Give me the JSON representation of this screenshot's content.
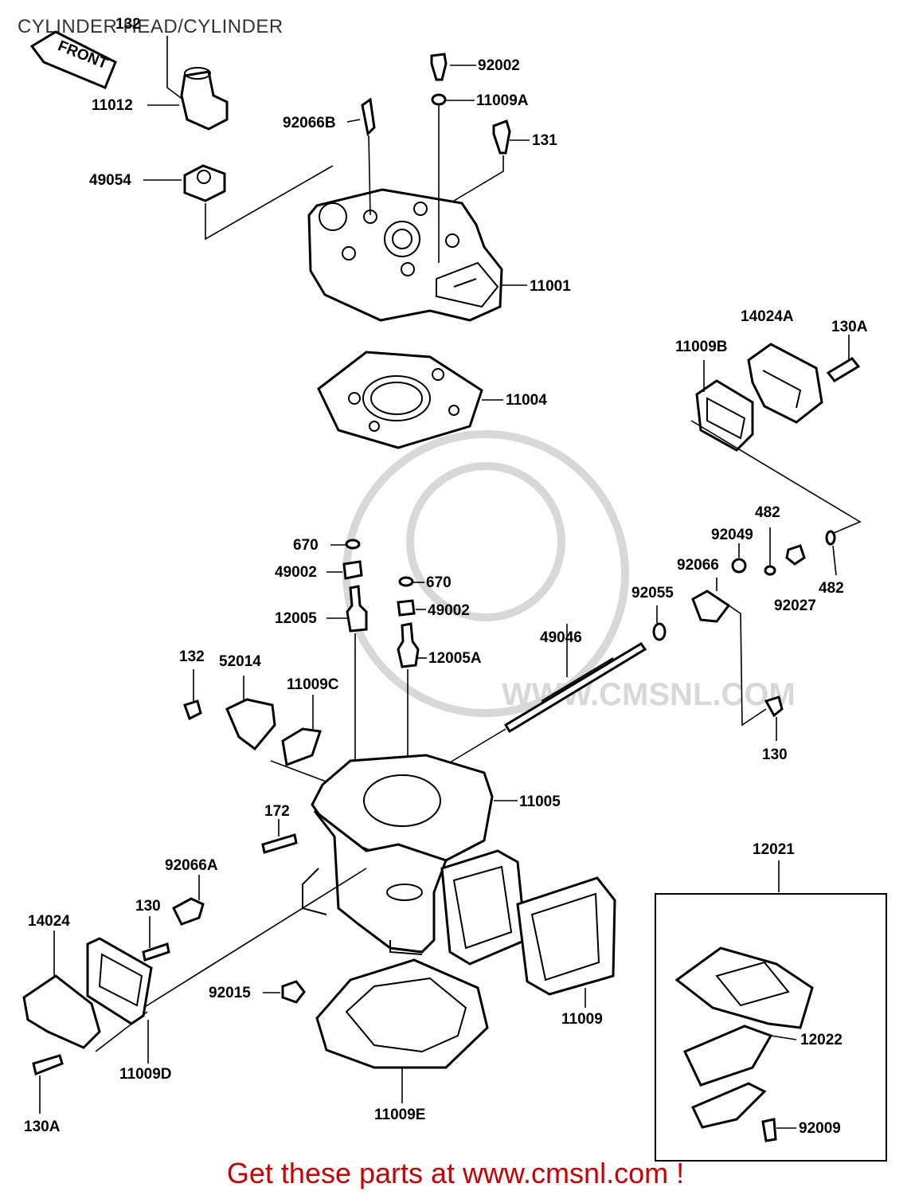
{
  "title": "CYLINDER HEAD/CYLINDER",
  "front_arrow_text": "FRONT",
  "watermark_text": "WWW.CMSNL.COM",
  "footer": "Get these parts at www.cmsnl.com !",
  "part_labels": {
    "p132_top": "132",
    "p11012": "11012",
    "p92002": "92002",
    "p11009A": "11009A",
    "p92066B": "92066B",
    "p131": "131",
    "p49054": "49054",
    "p11001": "11001",
    "p14024A": "14024A",
    "p130A_top": "130A",
    "p11009B": "11009B",
    "p11004": "11004",
    "p482_top": "482",
    "p92049": "92049",
    "p92066": "92066",
    "p482_right": "482",
    "p92027": "92027",
    "p670_left": "670",
    "p49002_left": "49002",
    "p670_right": "670",
    "p49002_right": "49002",
    "p12005": "12005",
    "p92055": "92055",
    "p49046": "49046",
    "p12005A": "12005A",
    "p132_mid": "132",
    "p52014": "52014",
    "p11009C": "11009C",
    "p130_right": "130",
    "p11005": "11005",
    "p172": "172",
    "p12021": "12021",
    "p92066A": "92066A",
    "p130_left": "130",
    "p14024": "14024",
    "p92015": "92015",
    "p11009": "11009",
    "p12022": "12022",
    "p11009D": "11009D",
    "p92009": "92009",
    "p130A_bottom": "130A",
    "p11009E": "11009E"
  }
}
